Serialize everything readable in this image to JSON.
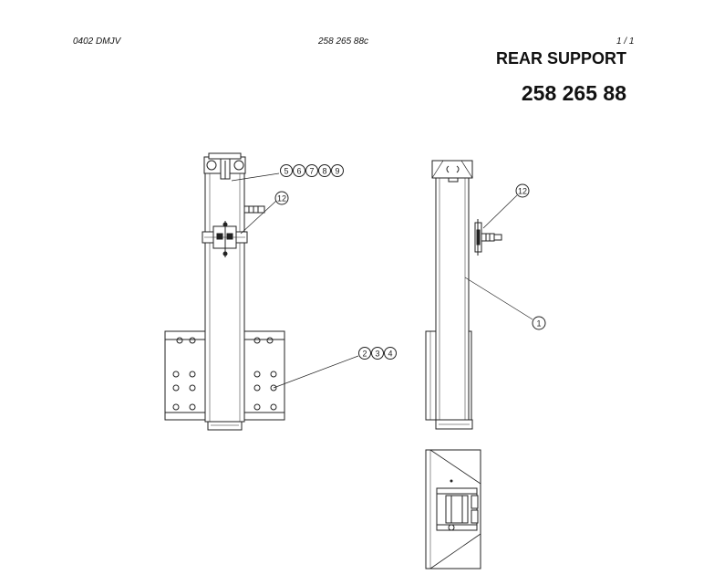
{
  "header": {
    "code_left": "0402 DMJV",
    "code_mid": "258 265 88c",
    "page": "1 /   1"
  },
  "title": "REAR SUPPORT",
  "part_number": "258 265 88",
  "callouts": {
    "c5": "5",
    "c6": "6",
    "c7": "7",
    "c8": "8",
    "c9": "9",
    "c12a": "12",
    "c2": "2",
    "c3": "3",
    "c4": "4",
    "c12b": "12",
    "c1": "1"
  }
}
